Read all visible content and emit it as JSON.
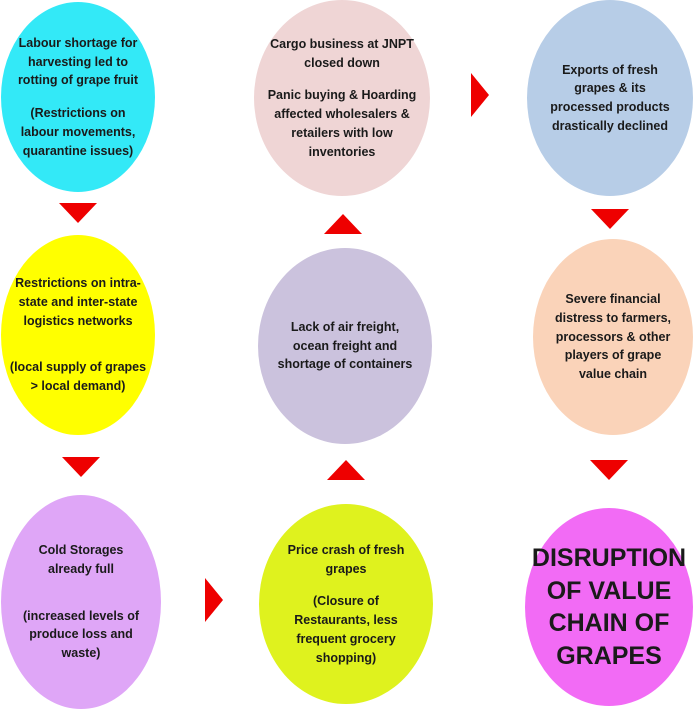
{
  "colors": {
    "arrow": "#ee0000",
    "labour": "#33e9f7",
    "restrictions": "#ffff00",
    "cold_storage": "#dfa6f7",
    "cargo": "#efd5d5",
    "lack_freight": "#cbc2dd",
    "price_crash": "#dff21e",
    "exports": "#b7cde7",
    "financial": "#fad3b9",
    "disruption": "#f26bf5"
  },
  "nodes": {
    "labour": {
      "lines": [
        "Labour shortage for",
        "harvesting led to",
        "rotting of grape fruit",
        "",
        "(Restrictions on",
        "labour movements,",
        "quarantine issues)"
      ]
    },
    "restrictions": {
      "lines": [
        "Restrictions on intra-",
        "state and inter-state",
        "logistics networks",
        "",
        "",
        "(local supply of grapes",
        "> local demand)"
      ]
    },
    "cold_storage": {
      "lines": [
        "Cold Storages",
        "already  full",
        "",
        "",
        "(increased levels of",
        "produce loss and",
        "waste)"
      ]
    },
    "cargo": {
      "lines": [
        "Cargo business at JNPT",
        "closed down",
        "",
        "Panic buying & Hoarding",
        "affected  wholesalers &",
        "retailers with low",
        "inventories"
      ]
    },
    "lack_freight": {
      "lines": [
        "Lack of air freight,",
        "ocean freight and",
        "shortage of containers"
      ]
    },
    "price_crash": {
      "lines": [
        "Price crash of fresh",
        "grapes",
        "",
        "(Closure of",
        "Restaurants, less",
        "frequent grocery",
        "shopping)"
      ]
    },
    "exports": {
      "lines": [
        "Exports of fresh",
        "grapes & its",
        "processed products",
        "drastically declined"
      ]
    },
    "financial": {
      "lines": [
        "Severe financial",
        "distress to farmers,",
        "processors & other",
        "players of  grape",
        "value chain"
      ]
    },
    "disruption": {
      "lines": [
        "DISRUPTION",
        "OF VALUE",
        "CHAIN OF",
        "GRAPES"
      ]
    }
  }
}
